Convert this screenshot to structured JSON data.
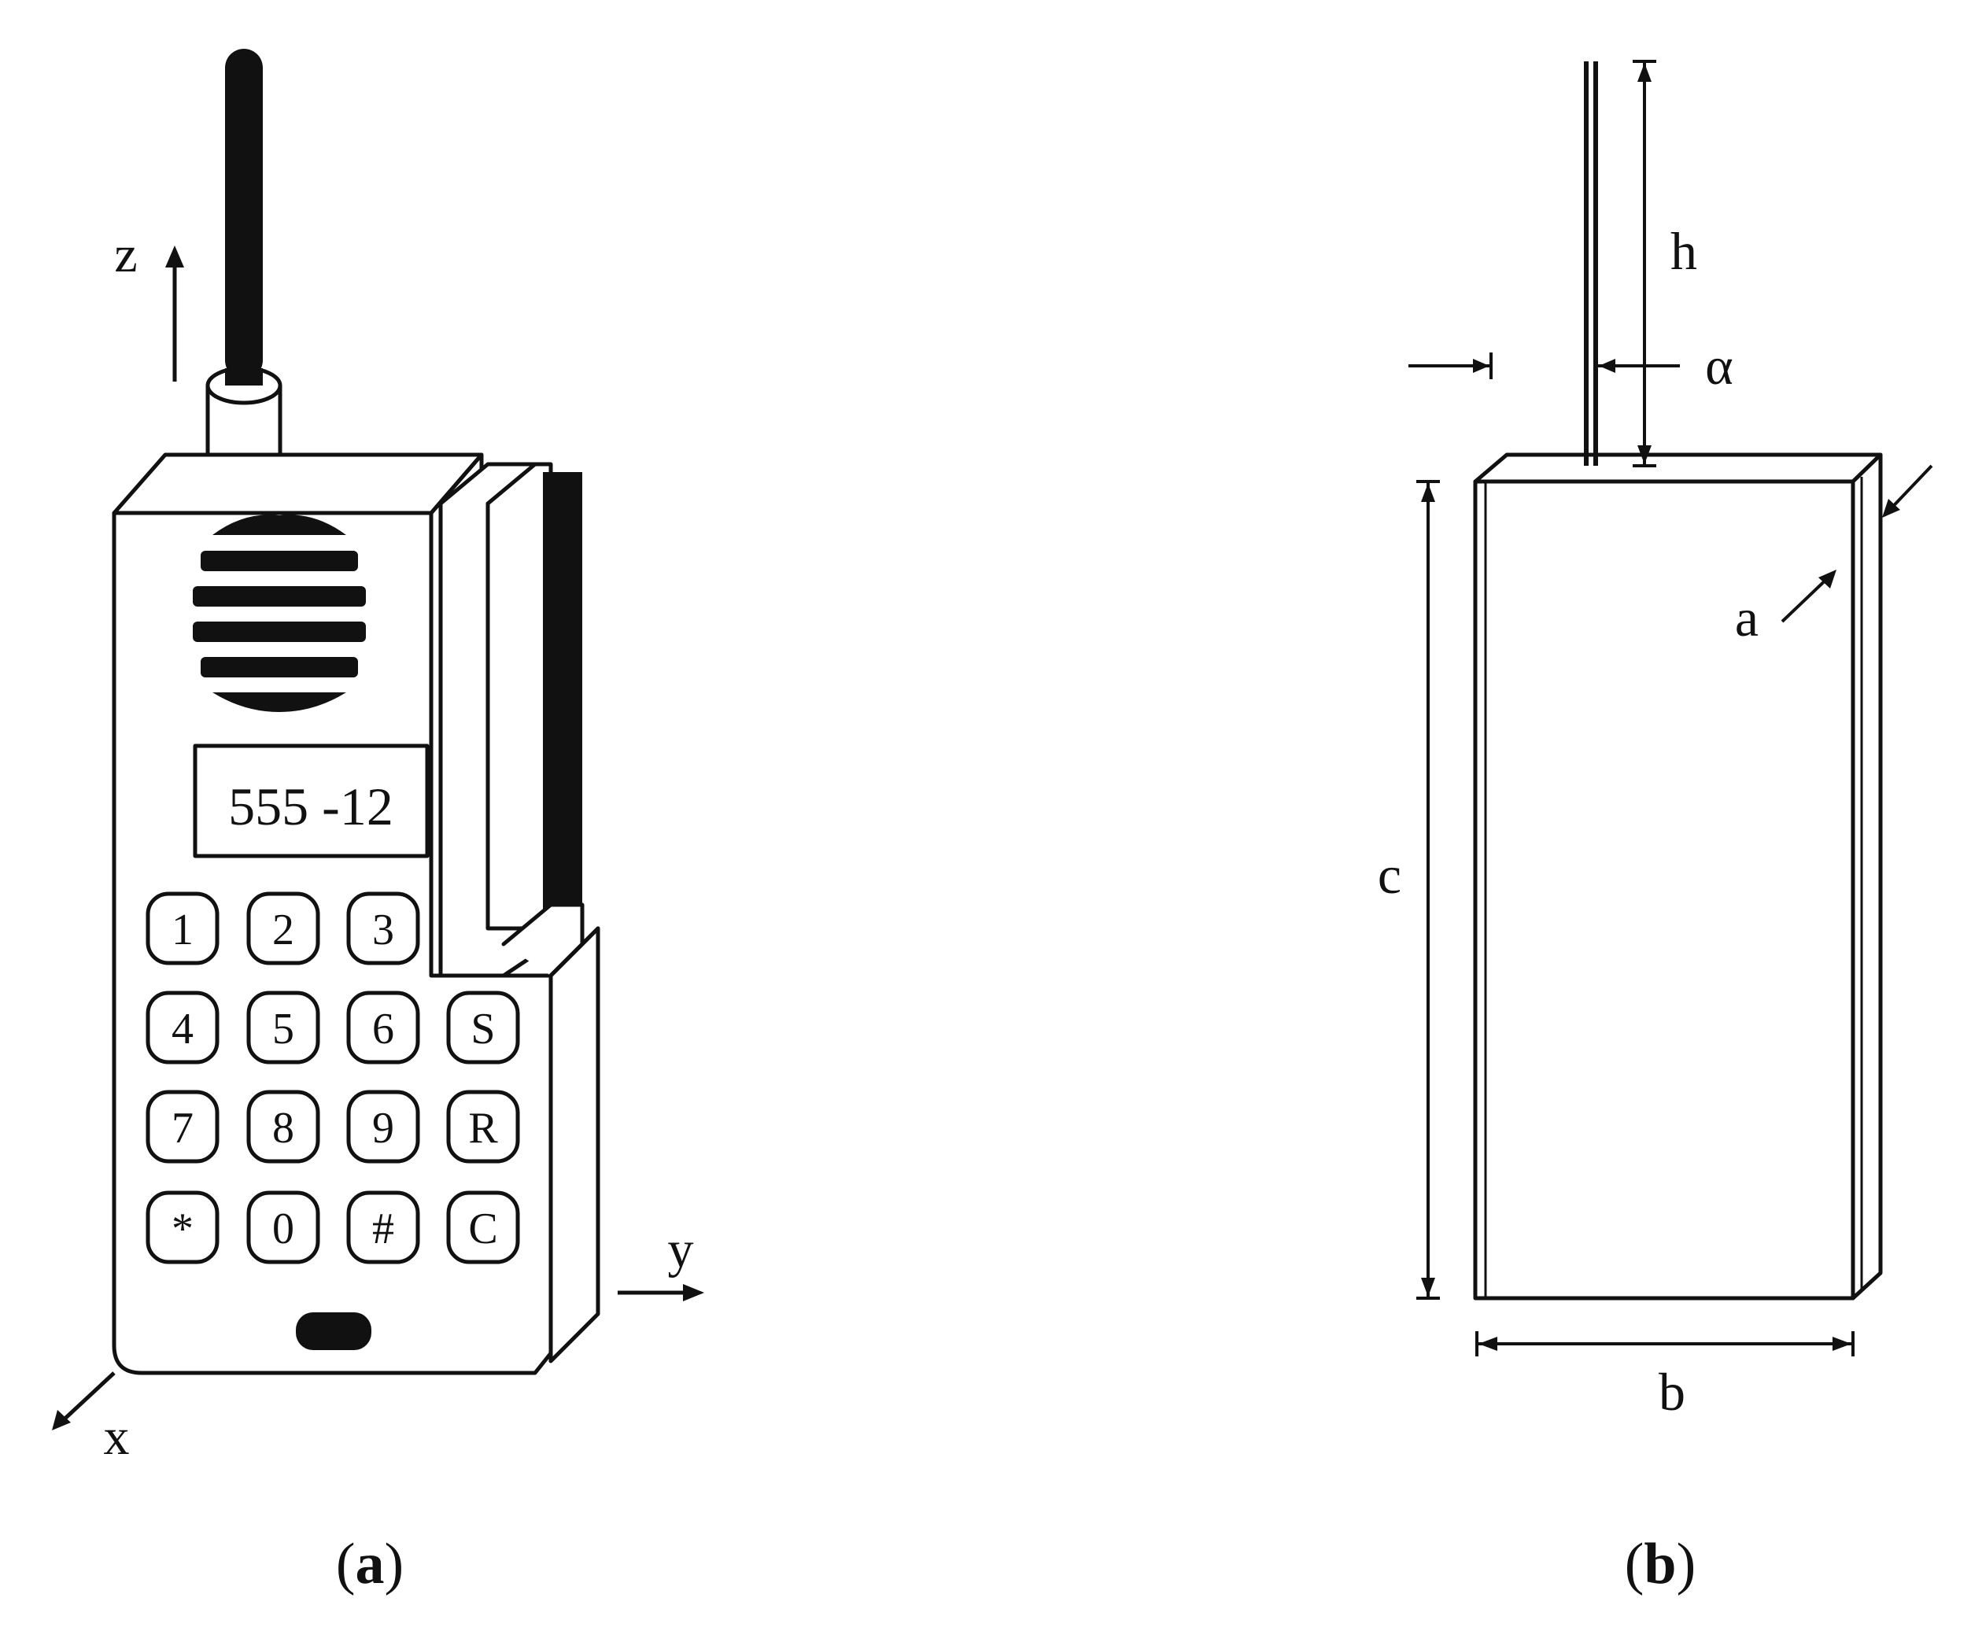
{
  "panel_a": {
    "display_number": "555 -12",
    "keys": [
      "1",
      "2",
      "3",
      "4",
      "5",
      "6",
      "S",
      "7",
      "8",
      "9",
      "R",
      "*",
      "0",
      "#",
      "C"
    ],
    "axes": {
      "z": "z",
      "y": "y",
      "x": "x"
    },
    "caption_open": "(",
    "caption_letter": "a",
    "caption_close": ")"
  },
  "panel_b": {
    "labels": {
      "h": "h",
      "alpha": "α",
      "a": "a",
      "c": "c",
      "b": "b"
    },
    "caption_open": "(",
    "caption_letter": "b",
    "caption_close": ")"
  },
  "colors": {
    "ink": "#111111",
    "background": "#ffffff"
  }
}
